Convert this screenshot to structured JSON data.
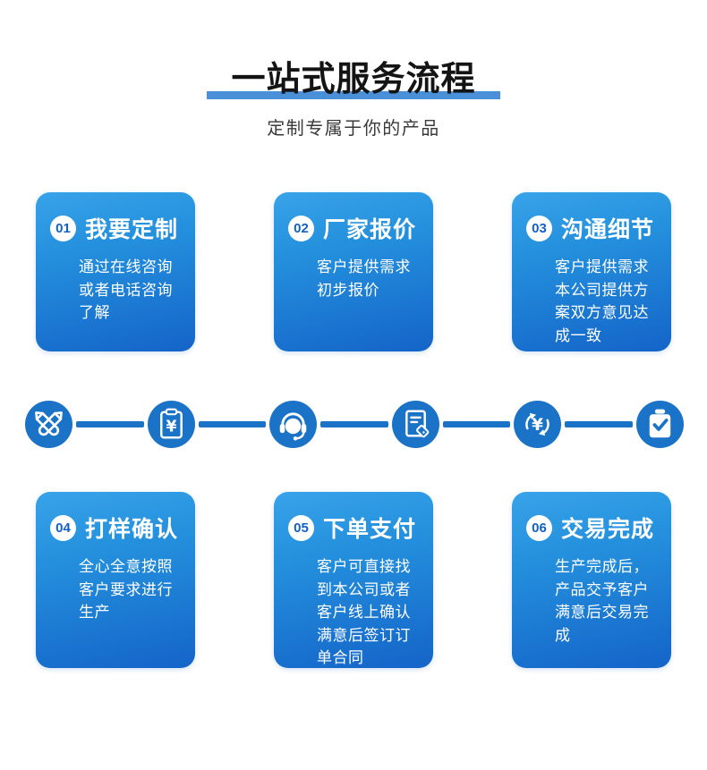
{
  "header": {
    "title": "一站式服务流程",
    "subtitle": "定制专属于你的产品"
  },
  "colors": {
    "title_text": "#141414",
    "title_underline": "#4a90d9",
    "card_gradient_top": "#38a3e9",
    "card_gradient_bottom": "#1464c8",
    "badge_text": "#1360c4",
    "icon_circle": "#1a73c6",
    "card_text": "#ffffff",
    "background": "#ffffff"
  },
  "steps": [
    {
      "num": "01",
      "title": "我要定制",
      "desc": "通过在线咨询\n或者电话咨询\n了解"
    },
    {
      "num": "02",
      "title": "厂家报价",
      "desc": "客户提供需求\n初步报价"
    },
    {
      "num": "03",
      "title": "沟通细节",
      "desc": "客户提供需求\n本公司提供方\n案双方意见达\n成一致"
    },
    {
      "num": "04",
      "title": "打样确认",
      "desc": "全心全意按照\n客户要求进行\n生产"
    },
    {
      "num": "05",
      "title": "下单支付",
      "desc": "客户可直接找\n到本公司或者\n客户线上确认\n满意后签订订\n单合同"
    },
    {
      "num": "06",
      "title": "交易完成",
      "desc": "生产完成后，\n产品交予客户\n满意后交易完\n成"
    }
  ],
  "flow_icons": [
    {
      "name": "design-tools-icon",
      "meaning": "crossed pens / customization"
    },
    {
      "name": "price-list-icon",
      "meaning": "clipboard with yuan sign / quotation"
    },
    {
      "name": "customer-service-icon",
      "meaning": "agent with headset"
    },
    {
      "name": "contract-tag-icon",
      "meaning": "document with price tag / contract"
    },
    {
      "name": "payment-cycle-icon",
      "meaning": "yuan sign with circular arrows / payment"
    },
    {
      "name": "order-complete-icon",
      "meaning": "clipboard with checkmark / done"
    }
  ]
}
